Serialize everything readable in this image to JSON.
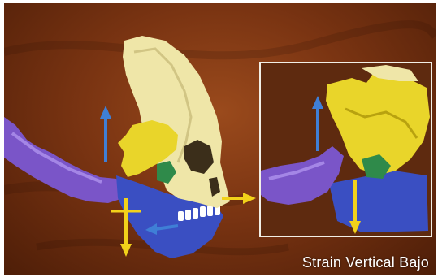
{
  "caption": "Strain Vertical Bajo",
  "colors": {
    "background": "#7a3412",
    "skull": "#efe6a8",
    "sphenoid": "#e9d52a",
    "occiput": "#7a55c8",
    "mandible": "#3a4fc2",
    "arrow_blue": "#3f7fd6",
    "arrow_yellow": "#f2d21a",
    "inset_border": "#f2efe6"
  },
  "icons": [
    "arrow-up-blue",
    "arrow-down-yellow",
    "arrow-right-yellow",
    "arrow-left-blue"
  ]
}
